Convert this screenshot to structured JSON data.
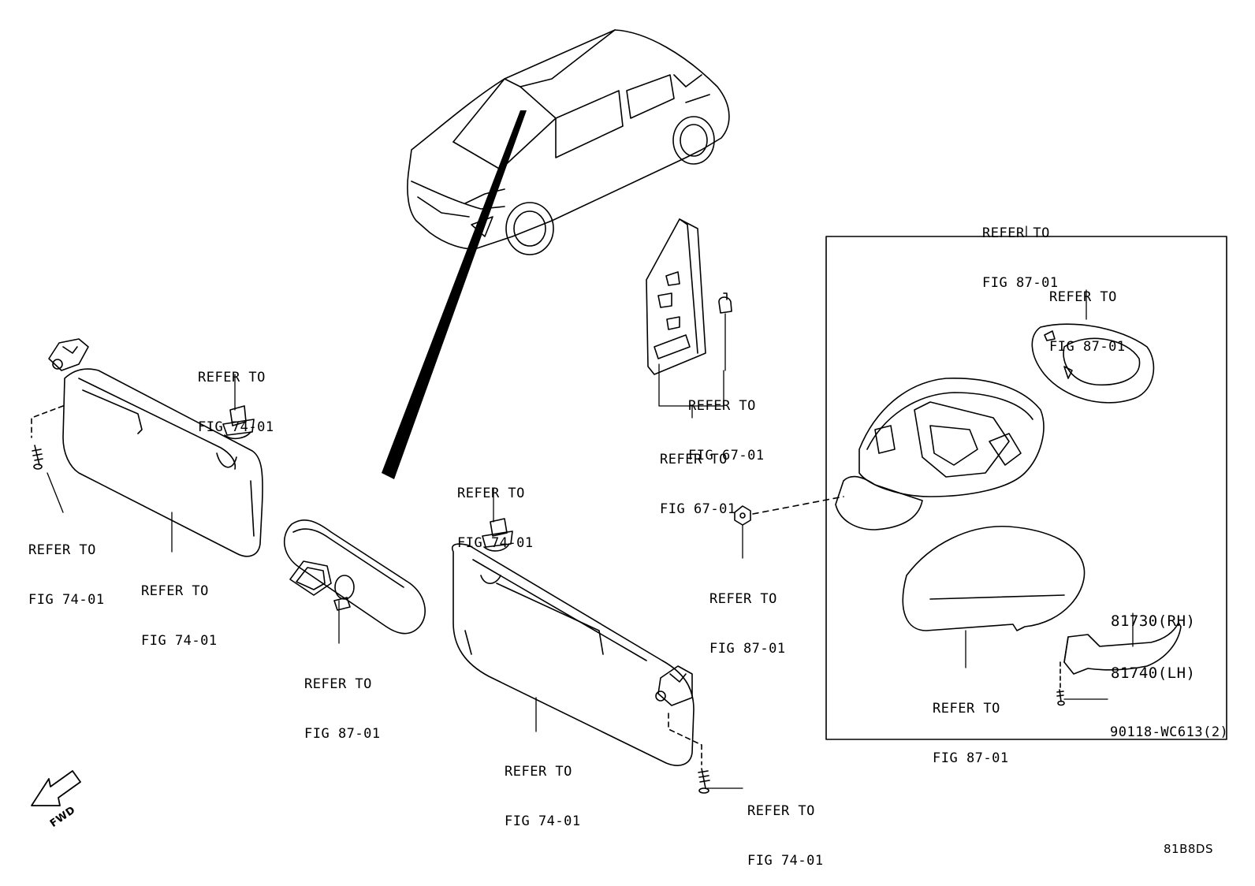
{
  "callouts": {
    "visor_left_clip": [
      "REFER TO",
      "FIG 74-01"
    ],
    "visor_left_screw": [
      "REFER TO",
      "FIG 74-01"
    ],
    "visor_left_body": [
      "REFER TO",
      "FIG 74-01"
    ],
    "inner_mirror": [
      "REFER TO",
      "FIG 87-01"
    ],
    "visor_right_clip": [
      "REFER TO",
      "FIG 74-01"
    ],
    "visor_right_body": [
      "REFER TO",
      "FIG 74-01"
    ],
    "visor_right_screw": [
      "REFER TO",
      "FIG 74-01"
    ],
    "pillar_clip": [
      "REFER TO",
      "FIG 67-01"
    ],
    "pillar_garnish": [
      "REFER TO",
      "FIG 67-01"
    ],
    "mirror_nut": [
      "REFER TO",
      "FIG 87-01"
    ],
    "outer_mirror_assy": [
      "REFER TO",
      "FIG 87-01"
    ],
    "mirror_glass": [
      "REFER TO",
      "FIG 87-01"
    ],
    "mirror_cover": [
      "REFER TO",
      "FIG 87-01"
    ]
  },
  "part_numbers": {
    "turn_lamp_rh": "81730(RH)",
    "turn_lamp_lh": "81740(LH)",
    "screw": "90118-WC613(2)"
  },
  "fwd_label": "FWD",
  "diagram_code": "81B8DS"
}
